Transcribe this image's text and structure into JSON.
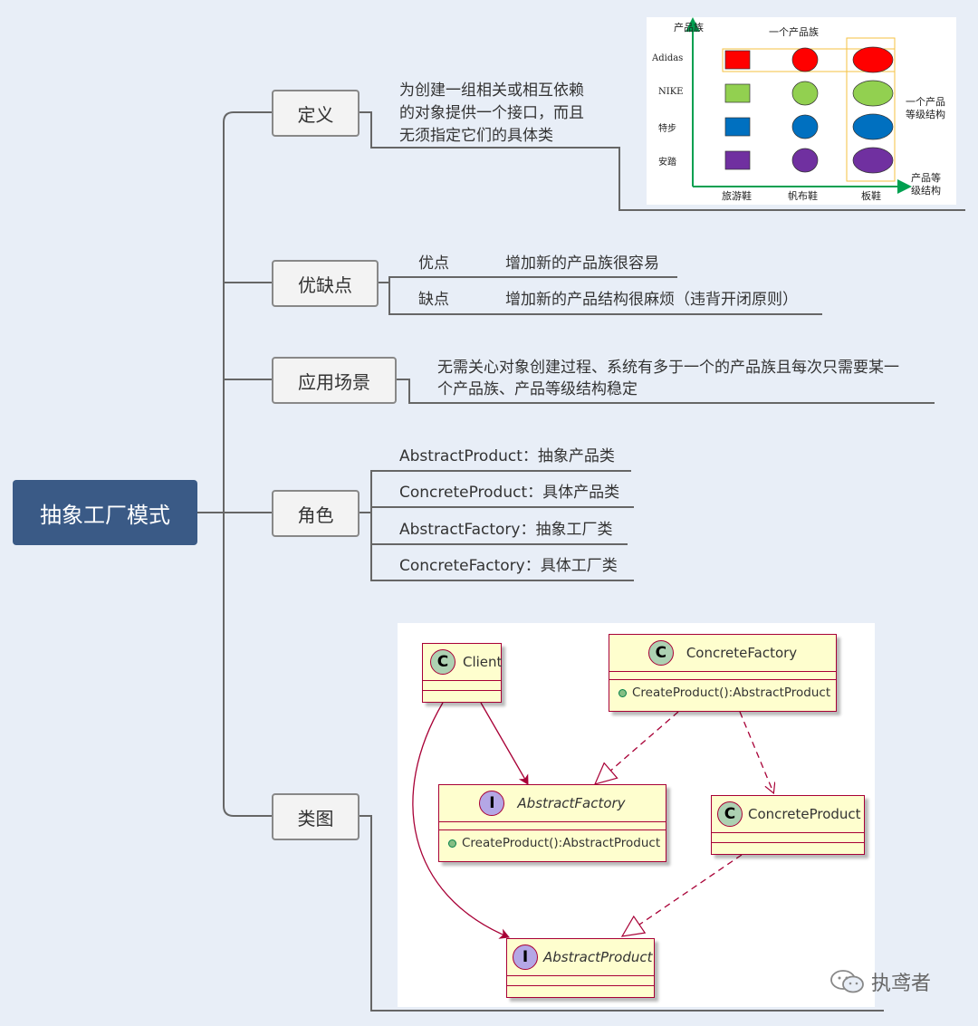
{
  "root": {
    "label": "抽象工厂模式"
  },
  "definition": {
    "label": "定义",
    "lines": [
      "为创建一组相关或相互依赖",
      "的对象提供一个接口，而且",
      "无须指定它们的具体类"
    ],
    "chart": {
      "y_axis_label": "产品族",
      "top_label": "一个产品族",
      "right_label_lines": [
        "一个产品",
        "等级结构"
      ],
      "x_axis_label_lines": [
        "产品等",
        "级结构"
      ],
      "rows": [
        "Adidas",
        "NIKE",
        "特步",
        "安踏"
      ],
      "columns": [
        "旅游鞋",
        "帆布鞋",
        "板鞋"
      ],
      "row_colors": [
        "#ff0000",
        "#92d050",
        "#0070c0",
        "#7030a0"
      ],
      "axis_color": "#00a050",
      "highlight_color": "#f5c242"
    }
  },
  "pros_cons": {
    "label": "优缺点",
    "items": [
      {
        "key": "优点",
        "value": "增加新的产品族很容易"
      },
      {
        "key": "缺点",
        "value": "增加新的产品结构很麻烦（违背开闭原则）"
      }
    ]
  },
  "scenarios": {
    "label": "应用场景",
    "lines": [
      "无需关心对象创建过程、系统有多于一个的产品族且每次只需要某一",
      "个产品族、产品等级结构稳定"
    ]
  },
  "roles": {
    "label": "角色",
    "items": [
      "AbstractProduct：抽象产品类",
      "ConcreteProduct：具体产品类",
      "AbstractFactory：抽象工厂类",
      "ConcreteFactory：具体工厂类"
    ]
  },
  "class_diagram": {
    "label": "类图",
    "client": {
      "stereotype": "C",
      "name": "Client"
    },
    "concrete_factory": {
      "stereotype": "C",
      "name": "ConcreteFactory",
      "method": "CreateProduct():AbstractProduct"
    },
    "abstract_factory": {
      "stereotype": "I",
      "name": "AbstractFactory",
      "method": "CreateProduct():AbstractProduct"
    },
    "concrete_product": {
      "stereotype": "C",
      "name": "ConcreteProduct"
    },
    "abstract_product": {
      "stereotype": "I",
      "name": "AbstractProduct"
    },
    "line_color": "#a80036"
  },
  "watermark": {
    "text": "执鸢者"
  }
}
